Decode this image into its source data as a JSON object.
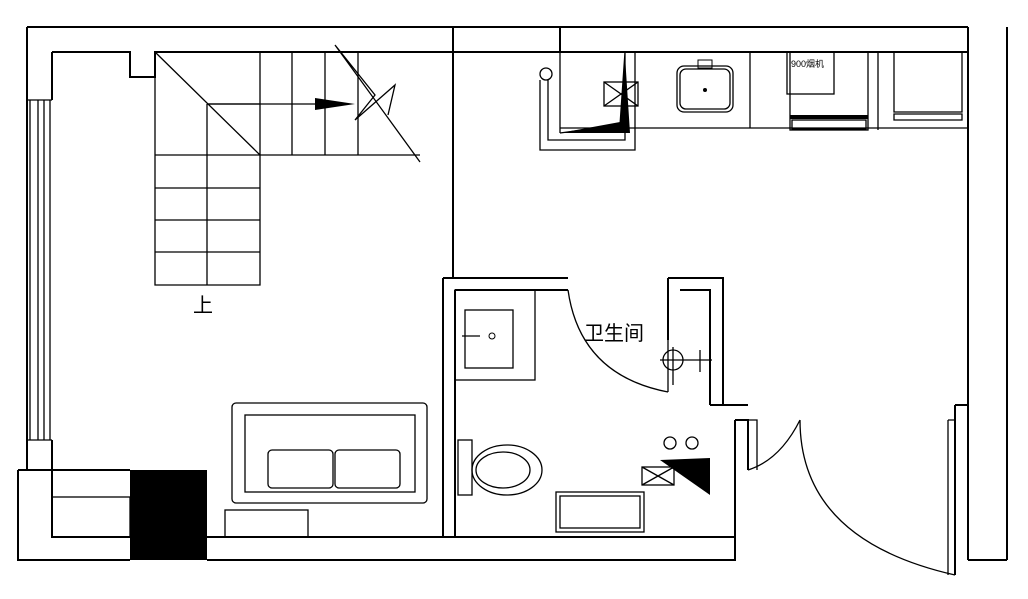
{
  "plan": {
    "labels": {
      "stairs_up": "上",
      "bathroom": "卫生间",
      "range_hood": "900烟机"
    },
    "colors": {
      "line": "#000000",
      "background": "#ffffff"
    }
  }
}
